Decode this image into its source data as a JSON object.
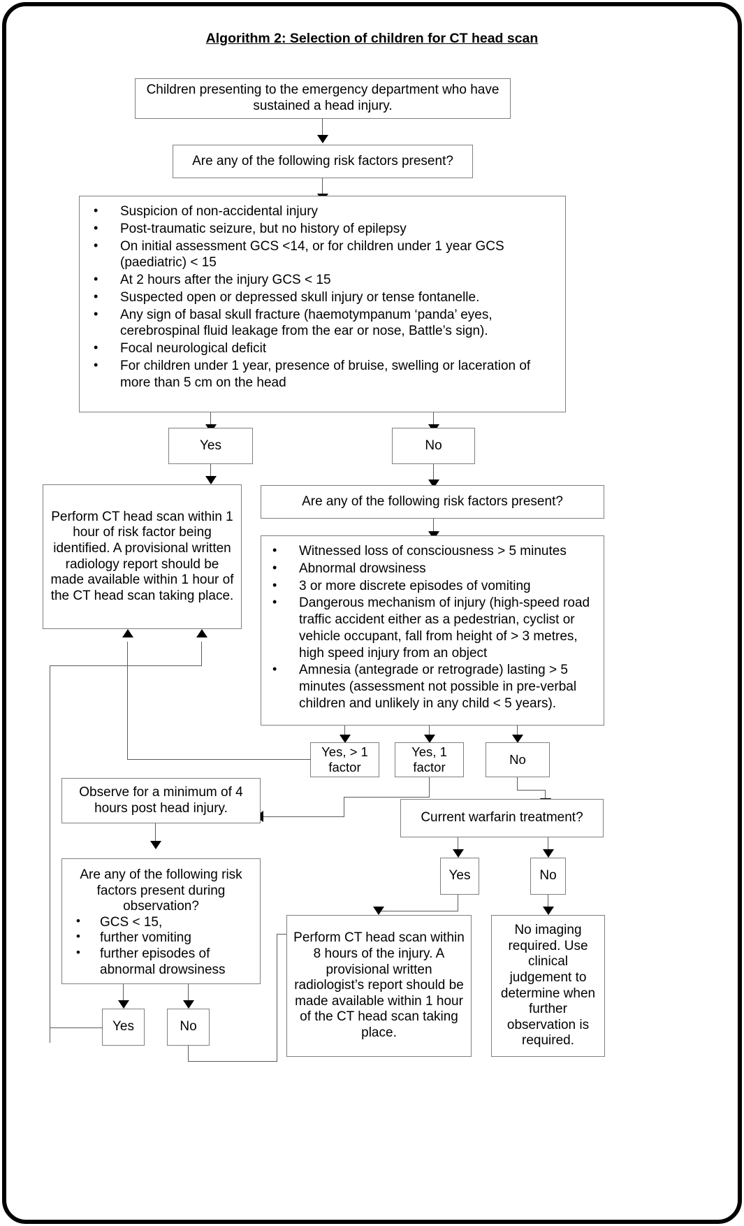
{
  "title": "Algorithm 2: Selection of children for CT head scan",
  "nodes": {
    "start": "Children presenting to the emergency department who have sustained a head injury.",
    "q1": "Are any of the following risk factors present?",
    "risk_list_1": [
      "Suspicion of non-accidental injury",
      "Post-traumatic seizure, but no history of epilepsy",
      "On initial assessment GCS <14, or for children under 1 year GCS (paediatric) < 15",
      "At 2 hours after the injury GCS < 15",
      "Suspected open or depressed skull injury or tense fontanelle.",
      "Any sign of basal skull fracture (haemotympanum ‘panda’ eyes, cerebrospinal fluid leakage from the ear or nose, Battle’s sign).",
      "Focal neurological deficit",
      "For children under 1 year, presence of bruise, swelling or laceration of more than 5 cm on the head"
    ],
    "yes_1": "Yes",
    "no_1": "No",
    "ct_1hour": "Perform CT head scan within 1 hour of risk factor being identified. A provisional written radiology report should be made available within 1 hour of the CT head scan taking place.",
    "q2": "Are any of the following risk factors present?",
    "risk_list_2": [
      "Witnessed loss of consciousness > 5 minutes",
      "Abnormal drowsiness",
      "3 or more discrete episodes of vomiting",
      "Dangerous mechanism of injury (high-speed road traffic accident either as a pedestrian, cyclist or vehicle occupant, fall from height of > 3 metres, high speed injury from an object",
      "Amnesia (antegrade or retrograde) lasting > 5 minutes (assessment not possible in pre-verbal children and unlikely in any child < 5 years)."
    ],
    "yes_gt1": "Yes, > 1 factor",
    "yes_1factor": "Yes, 1 factor",
    "no_2": "No",
    "observe": "Observe for a minimum of 4 hours post head injury.",
    "observe_q_heading": "Are any of the following risk factors present during observation?",
    "observe_q_items": [
      "GCS < 15,",
      "further vomiting",
      "further episodes of abnormal drowsiness"
    ],
    "observe_yes": "Yes",
    "observe_no": "No",
    "warfarin_q": "Current warfarin treatment?",
    "warfarin_yes": "Yes",
    "warfarin_no": "No",
    "ct_8hours": "Perform CT head scan within 8 hours of the injury. A provisional written radiologist’s report should be made available within 1 hour of the CT head scan taking place.",
    "no_imaging": "No imaging required. Use clinical judgement to determine when further observation is required."
  },
  "bullet_glyph": "•",
  "colors": {
    "frame": "#000000",
    "box_border": "#7f7f7f",
    "connector": "#5a5a5a",
    "arrow": "#000000",
    "text": "#000000",
    "background": "#ffffff"
  }
}
